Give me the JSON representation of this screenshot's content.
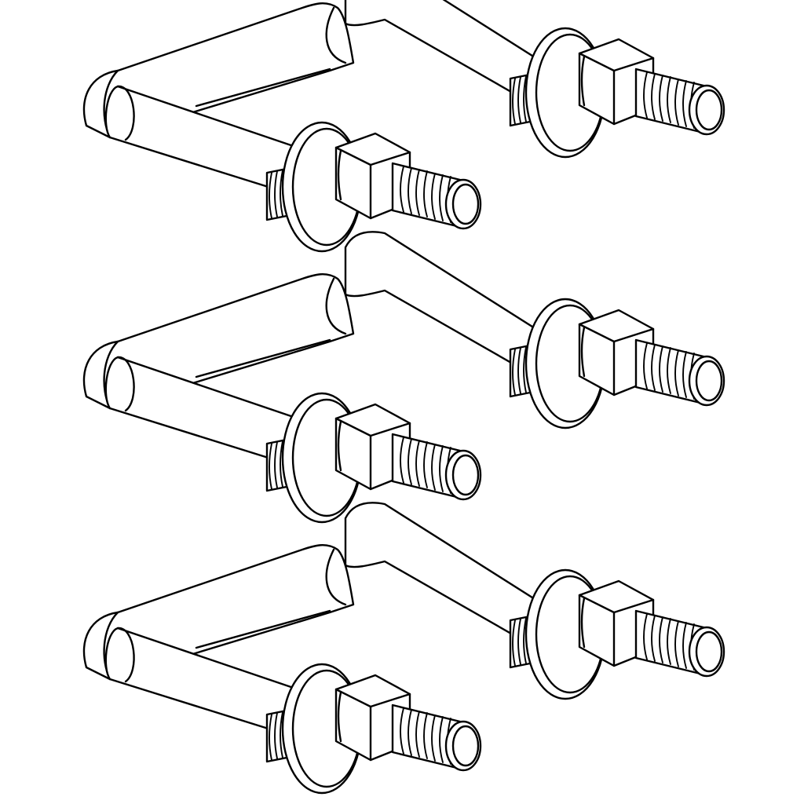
{
  "diagram": {
    "subject": "u-bolt-with-washers-and-hex-nuts",
    "assemblies": [
      {
        "id": "u-bolt-1"
      },
      {
        "id": "u-bolt-2"
      },
      {
        "id": "u-bolt-3"
      }
    ],
    "line_color": "#000000",
    "background_color": "#ffffff"
  }
}
